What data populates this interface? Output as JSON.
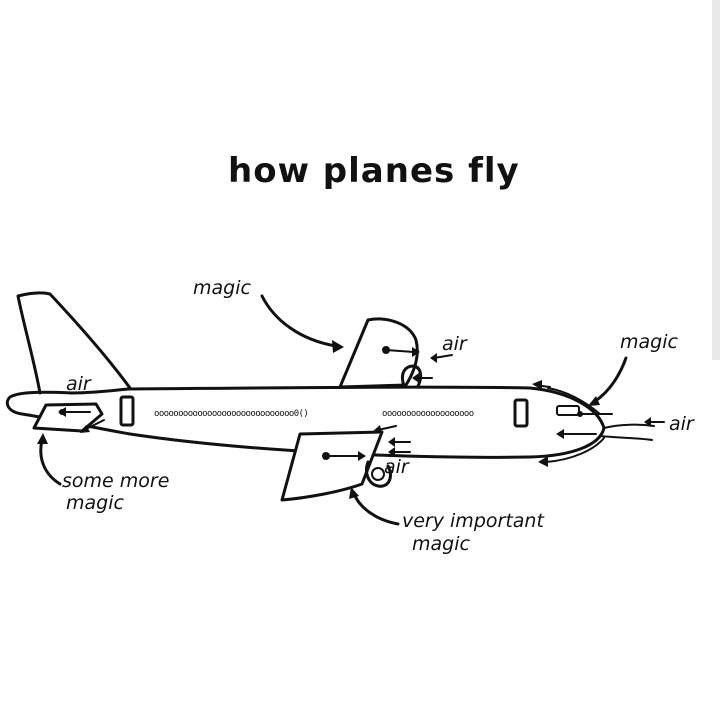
{
  "title": "how planes fly",
  "labels": {
    "magic_top": "magic",
    "air_wing": "air",
    "magic_nose": "magic",
    "air_nose": "air",
    "air_tail": "air",
    "some_more": "some more",
    "some_more_magic": "magic",
    "air_engine": "air",
    "very_important": "very important",
    "very_important_magic": "magic"
  },
  "cabin_windows_left": "ooooooooooooooooooooooooooooo0()",
  "cabin_windows_right": "ooooooooooooooooooo",
  "colors": {
    "ink": "#111111",
    "paper": "#ffffff"
  }
}
